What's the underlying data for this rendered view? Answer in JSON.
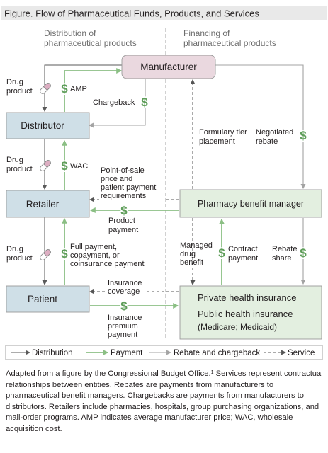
{
  "figure": {
    "title": "Figure. Flow of Pharmaceutical Funds, Products, and Services",
    "left_heading": [
      "Distribution of",
      "pharmaceutical products"
    ],
    "right_heading": [
      "Financing of",
      "pharmaceutical products"
    ]
  },
  "nodes": {
    "manufacturer": "Manufacturer",
    "distributor": "Distributor",
    "retailer": "Retailer",
    "patient": "Patient",
    "pbm": "Pharmacy benefit manager",
    "private_insurance": "Private health insurance",
    "public_insurance": "Public health insurance",
    "public_insurance_note": "(Medicare; Medicaid)"
  },
  "labels": {
    "drug_product": [
      "Drug",
      "product"
    ],
    "amp": "AMP",
    "wac": "WAC",
    "chargeback": "Chargeback",
    "formulary": [
      "Formulary tier",
      "placement"
    ],
    "negotiated_rebate": [
      "Negotiated",
      "rebate"
    ],
    "pos": [
      "Point-of-sale",
      "price and",
      "patient payment",
      "requirements"
    ],
    "product_payment": [
      "Product",
      "payment"
    ],
    "full_payment": [
      "Full payment,",
      "copayment, or",
      "coinsurance payment"
    ],
    "managed_drug_benefit": [
      "Managed",
      "drug",
      "benefit"
    ],
    "contract_payment": [
      "Contract",
      "payment"
    ],
    "rebate_share": [
      "Rebate",
      "share"
    ],
    "insurance_coverage": [
      "Insurance",
      "coverage"
    ],
    "insurance_premium": [
      "Insurance",
      "premium",
      "payment"
    ]
  },
  "legend": {
    "distribution": "Distribution",
    "payment": "Payment",
    "rebate": "Rebate and chargeback",
    "service": "Service"
  },
  "caption": {
    "before_sup": "Adapted from a figure by the Congressional Budget Office.",
    "sup": "1",
    "after_sup": " Services represent contractual relationships between entities. Rebates are payments from manufacturers to pharmaceutical benefit managers. Chargebacks are payments from manufacturers to distributors. Retailers include pharmacies, hospitals, group purchasing organizations, and mail-order programs. AMP indicates average manufacturer price; WAC, wholesale acquisition cost."
  },
  "colors": {
    "title_bar": "#e9e9e9",
    "manufacturer_fill": "#ead8df",
    "entity_fill": "#cfdfe7",
    "financing_fill": "#e3efe0",
    "distribution_arrow": "#5a5a5a",
    "payment_arrow": "#8bbf84",
    "rebate_arrow": "#a3a3a3",
    "service_arrow": "#555555",
    "dollar": "#5f9e5a"
  },
  "icons": [
    "pill-icon",
    "dollar-icon"
  ]
}
